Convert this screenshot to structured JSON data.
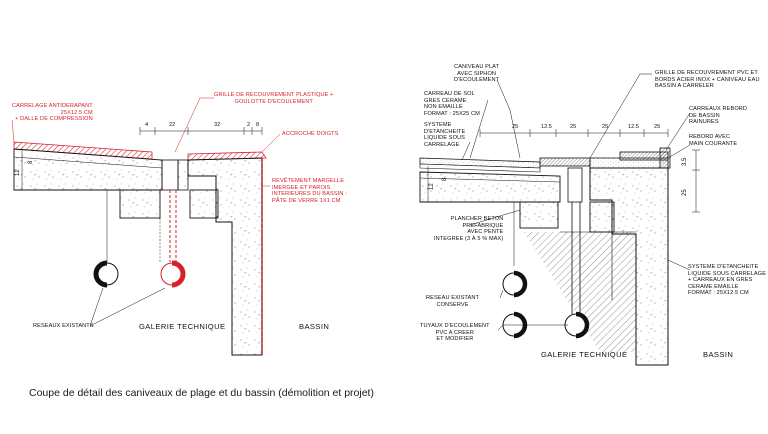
{
  "caption": "Coupe de détail des caniveaux de plage et du bassin (démolition et projet)",
  "colors": {
    "line": "#111111",
    "red": "#d6202a"
  },
  "left": {
    "labels": {
      "carrelage": "CARRELAGE ANTIDERAPANT\n25x12.5 CM\n+ DALLE DE COMPRESSION",
      "grille": "GRILLE DE RECOUVREMENT PLASTIQUE +\nGOULOTTE D'ECOULEMENT",
      "accroche": "ACCROCHE DOIGTS",
      "revetement": "REVÊTEMENT MARGELLE\nIMERGEE ET PAROIS\nINTERIEURES DU BASSIN :\nPÂTE DE VERRE 1x1 CM",
      "reseaux": "RESEAUX EXISTANTS",
      "galerie": "GALERIE TECHNIQUE",
      "bassin": "BASSIN"
    },
    "dims": {
      "d4": "4",
      "d22": "22",
      "d32": "32",
      "d2": "2",
      "d8": "8",
      "d12": "12",
      "d8v": "8"
    }
  },
  "right": {
    "labels": {
      "caniveau": "CANIVEAU PLAT\nAVEC SIPHON\nD'ECOULEMENT",
      "carreau_sol": "CARREAU DE SOL\nGRES CERAME\nNON EMAILLE\nFORMAT : 25x25 CM",
      "systeme1": "SYSTEME\nD'ETANCHEITE\nLIQUIDE SOUS\nCARRELAGE",
      "grille": "GRILLE DE RECOUVREMENT PVC ET\nBORDS ACIER INOX + CANIVEAU EAU\nBASSIN A CARRELER",
      "carreaux_rebord": "CARREAUX REBORD\nDE BASSIN\nRAINURES",
      "rebord": "REBORD AVEC\nMAIN COURANTE",
      "plancher": "PLANCHER BETON\nPREFABRIQUE\nAVEC PENTE\nINTEGREE (3 À 5 % MAX)",
      "systeme2": "SYSTEME D'ETANCHEITE\nLIQUIDE SOUS CARRELAGE\n+ CARREAUX EN GRES\nCERAME EMAILLE\nFORMAT : 25x12.5 CM",
      "reseau": "RESEAU EXISTANT\nCONSERVE",
      "tuyaux": "TUYAUX D'ECOULEMENT\nPVC A CREER\nET MODIFIER",
      "galerie": "GALERIE TECHNIQUE",
      "bassin": "BASSIN"
    },
    "dims": {
      "d25a": "25",
      "d125a": "12.5",
      "d25b": "25",
      "d25c": "25",
      "d125b": "12.5",
      "d25d": "25",
      "d12": "12",
      "d8": "8",
      "d35": "3.5",
      "d25v": "25"
    }
  }
}
